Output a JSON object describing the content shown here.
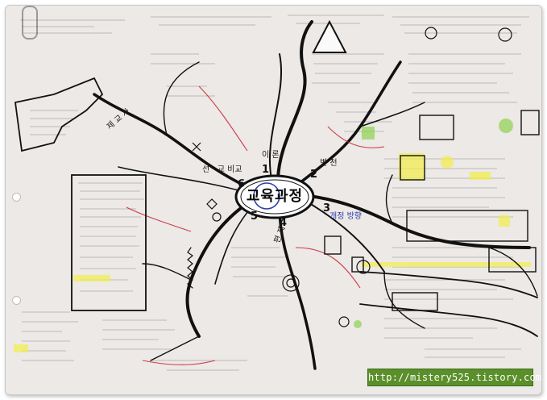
{
  "map": {
    "center_title": "교육과정",
    "branch_numbers": [
      "1",
      "2",
      "3",
      "4",
      "5",
      "6"
    ],
    "branch_labels": {
      "b1": "이 론",
      "b2": "변 천",
      "b3": "개정 방향",
      "b5": "편 제",
      "b6": "선 · 교 비교",
      "tl": "제 교 사"
    },
    "watermark": "http://mistery525.tistory.com"
  },
  "colors": {
    "paper": "#ece9e7",
    "ink": "#111111",
    "red_ink": "#c8202a",
    "blue_ink": "#2d3fa8",
    "yellow_highlight": "#f4ee4a",
    "green_highlight": "#8fd14f",
    "watermark_bg": "#5a8f2a"
  }
}
